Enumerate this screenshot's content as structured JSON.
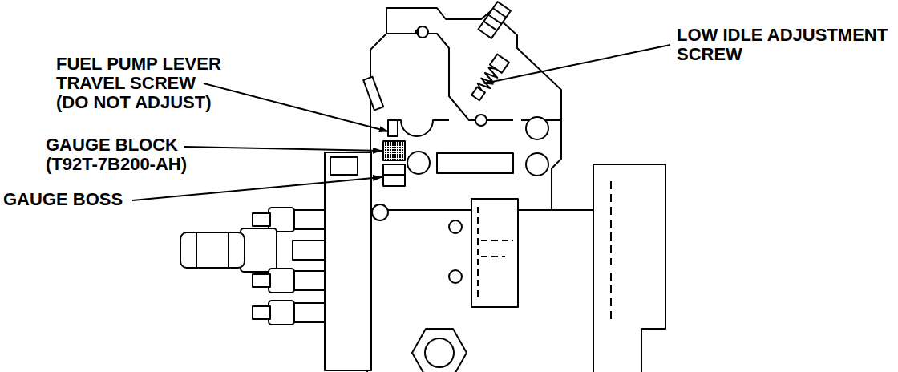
{
  "diagram": {
    "labels": [
      "LOW IDLE ADJUSTMENT SCREW",
      "FUEL PUMP LEVER TRAVEL SCREW (DO NOT ADJUST)",
      "GAUGE BLOCK (T92T-7B200-AH)",
      "GAUGE BOSS"
    ]
  }
}
